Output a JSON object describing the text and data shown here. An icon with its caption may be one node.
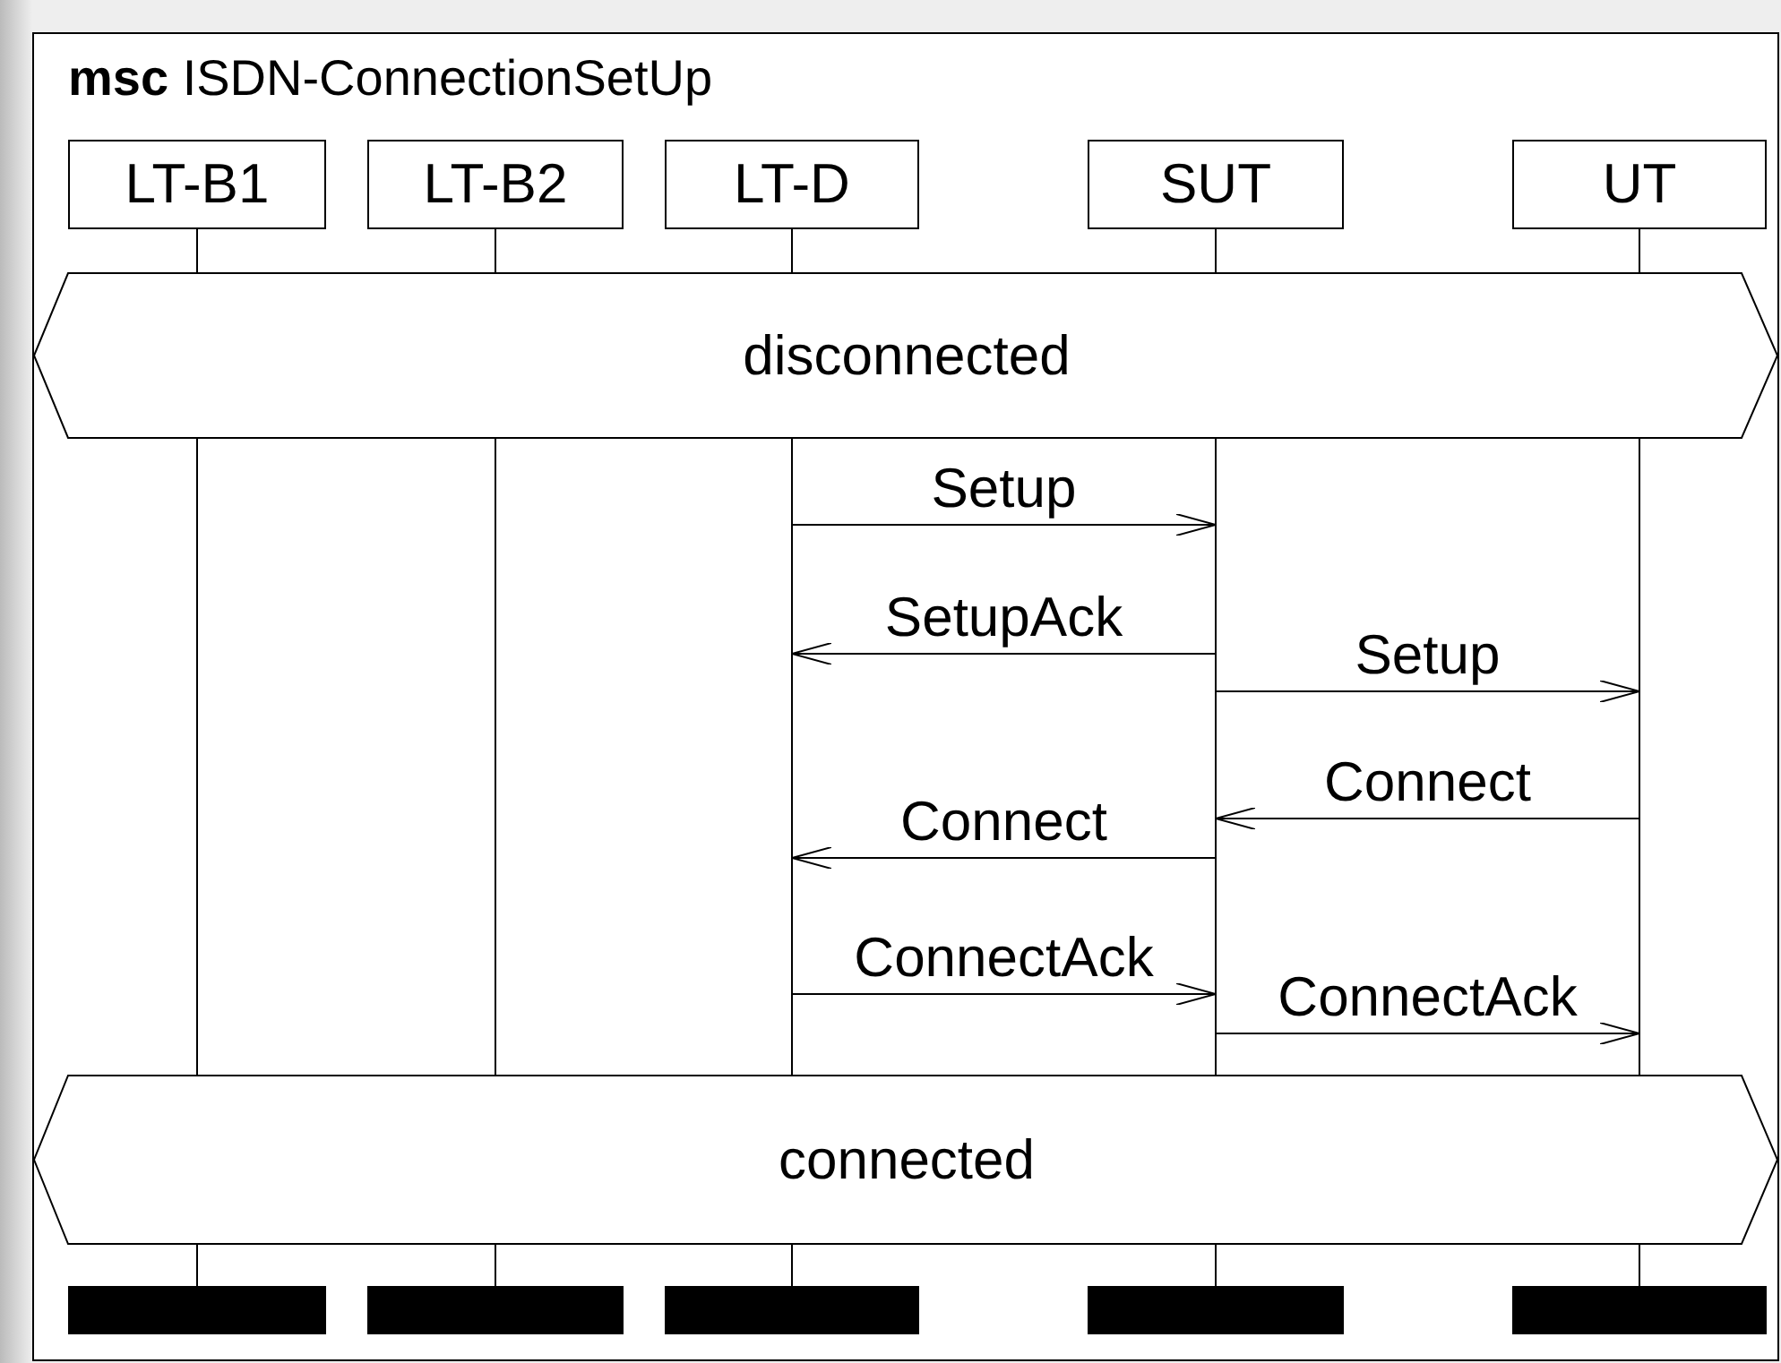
{
  "diagram": {
    "title": "**msc** ISDN-ConnectionSetUp",
    "nodes": [
      {
        "text": [
          "LT-B1"
        ]
      },
      {
        "text": [
          "LT-B2"
        ]
      },
      {
        "text": [
          "LT-D"
        ]
      },
      {
        "text": [
          "SUT"
        ]
      },
      {
        "text": [
          "UT"
        ]
      },
      {
        "text": [
          "disconnected"
        ]
      },
      {
        "text": [
          "connected"
        ]
      }
    ],
    "edges": [
      {
        "from": 2,
        "to": 3,
        "arrow": "to",
        "label": "Setup"
      },
      {
        "from": 3,
        "to": 2,
        "arrow": "to",
        "label": "SetupAck"
      },
      {
        "from": 3,
        "to": 4,
        "arrow": "to",
        "label": "Setup"
      },
      {
        "from": 4,
        "to": 3,
        "arrow": "to",
        "label": "Connect"
      },
      {
        "from": 3,
        "to": 2,
        "arrow": "to",
        "label": "Connect"
      },
      {
        "from": 2,
        "to": 3,
        "arrow": "to",
        "label": "ConnectAck"
      },
      {
        "from": 3,
        "to": 4,
        "arrow": "to",
        "label": "ConnectAck"
      }
    ]
  }
}
